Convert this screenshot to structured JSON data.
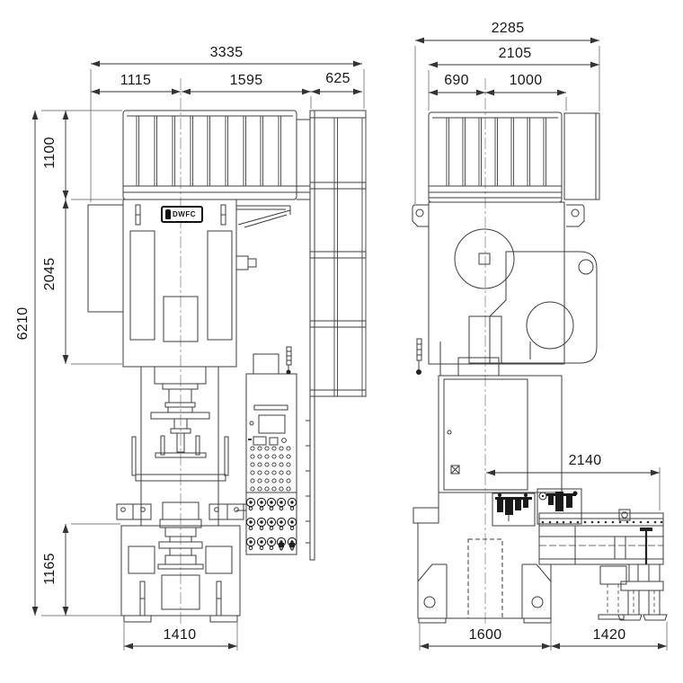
{
  "logo": {
    "text": "DWFC"
  },
  "front": {
    "w_overall": "3335",
    "w_left": "1115",
    "w_center": "1595",
    "w_ladder": "625",
    "h_rail": "1100",
    "h_upper": "2045",
    "h_total": "6210",
    "h_base": "1165",
    "w_base": "1410"
  },
  "side": {
    "w_overall": "2285",
    "w_body": "2105",
    "w_front": "690",
    "w_rear": "1000",
    "w_conveyor": "2140",
    "w_base_front": "1600",
    "w_base_rear": "1420"
  }
}
